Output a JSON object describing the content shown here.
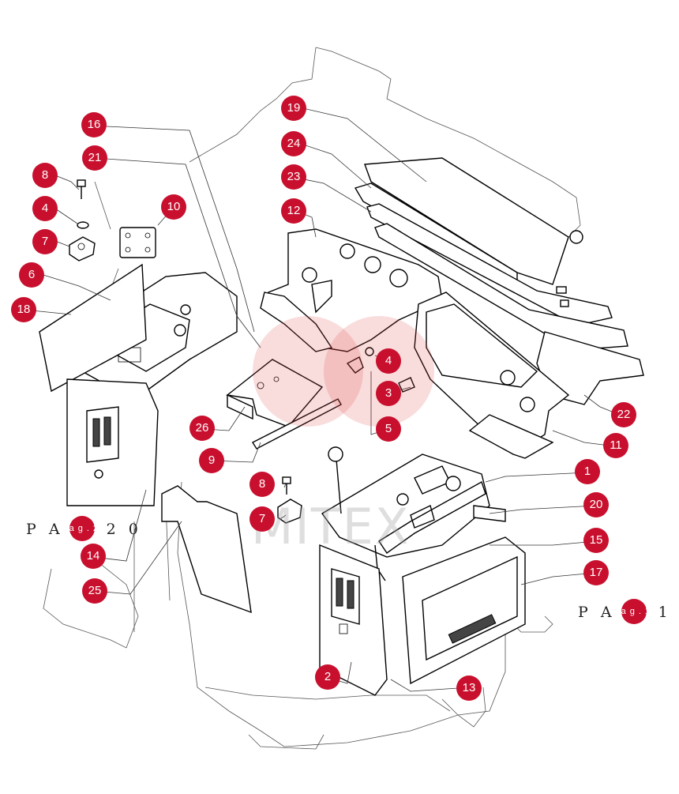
{
  "diagram": {
    "watermark_text": "MITEX",
    "ref_labels": [
      {
        "id": "ref-a",
        "prefix": "P A",
        "badge": "ag.2",
        "suffix": "2 0"
      },
      {
        "id": "ref-b",
        "prefix": "P A",
        "badge": "ag.1",
        "suffix": "1"
      }
    ],
    "callouts": [
      "16",
      "21",
      "8",
      "4",
      "7",
      "10",
      "6",
      "18",
      "19",
      "24",
      "23",
      "12",
      "4",
      "3",
      "5",
      "26",
      "9",
      "8",
      "7",
      "14",
      "25",
      "2",
      "13",
      "1",
      "20",
      "15",
      "17",
      "11",
      "22"
    ],
    "accent_color": "#c8102e"
  }
}
